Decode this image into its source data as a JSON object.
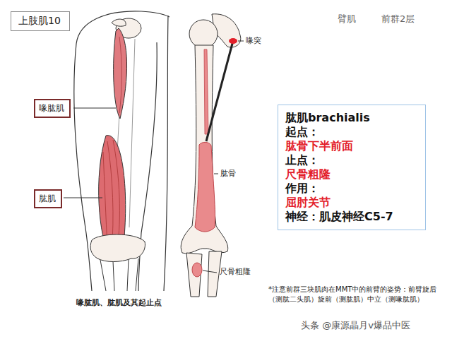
{
  "diagram": {
    "caption": "喙肱肌、肱肌及其起止点",
    "nodes": [
      {
        "text": [
          "上肢肌10"
        ]
      },
      {
        "text": [
          "喙肱肌"
        ]
      },
      {
        "text": [
          "肱肌"
        ]
      },
      {
        "text": [
          "肱肌brachialis",
          "起点：",
          "肱骨下半前面",
          "止点：",
          "尺骨粗隆",
          "作用：",
          "屈肘关节",
          "神经：肌皮神经C5-7"
        ]
      }
    ],
    "labels": [
      "臂肌",
      "前群2层",
      "喙突",
      "肱骨",
      "尺骨粗隆",
      "*注意前群三块肌肉在MMT中的前臂的姿势：前臂旋后（测肱二头肌）旋前（测肱肌）中立（测喙肱肌）",
      "头条 @康源晶月v爆品中医"
    ]
  }
}
